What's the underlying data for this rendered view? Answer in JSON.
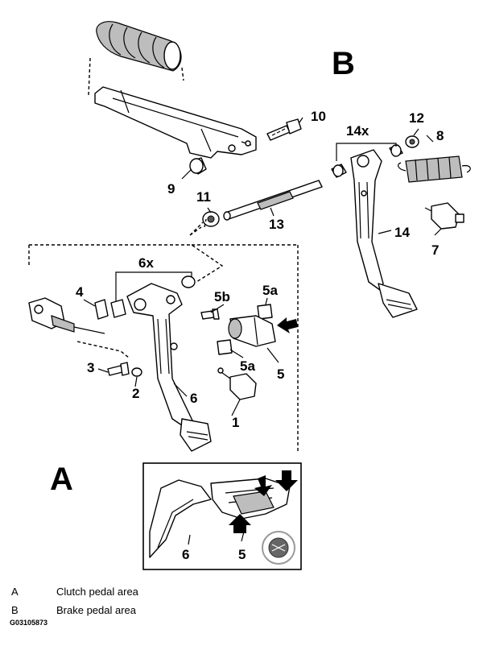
{
  "section_letters": {
    "a": "A",
    "b": "B"
  },
  "callouts": {
    "c1": "1",
    "c2": "2",
    "c3": "3",
    "c4": "4",
    "c5": "5",
    "c5a_top": "5a",
    "c5a_bottom": "5a",
    "c5b": "5b",
    "c6": "6",
    "c6x": "6x",
    "c7": "7",
    "c8": "8",
    "c9": "9",
    "c10": "10",
    "c11": "11",
    "c12": "12",
    "c13": "13",
    "c14": "14",
    "c14x": "14x",
    "inset_c5": "5",
    "inset_c6": "6"
  },
  "legend": [
    {
      "key": "A",
      "label": "Clutch pedal area"
    },
    {
      "key": "B",
      "label": "Brake pedal area"
    }
  ],
  "figure_code": "G03105873"
}
